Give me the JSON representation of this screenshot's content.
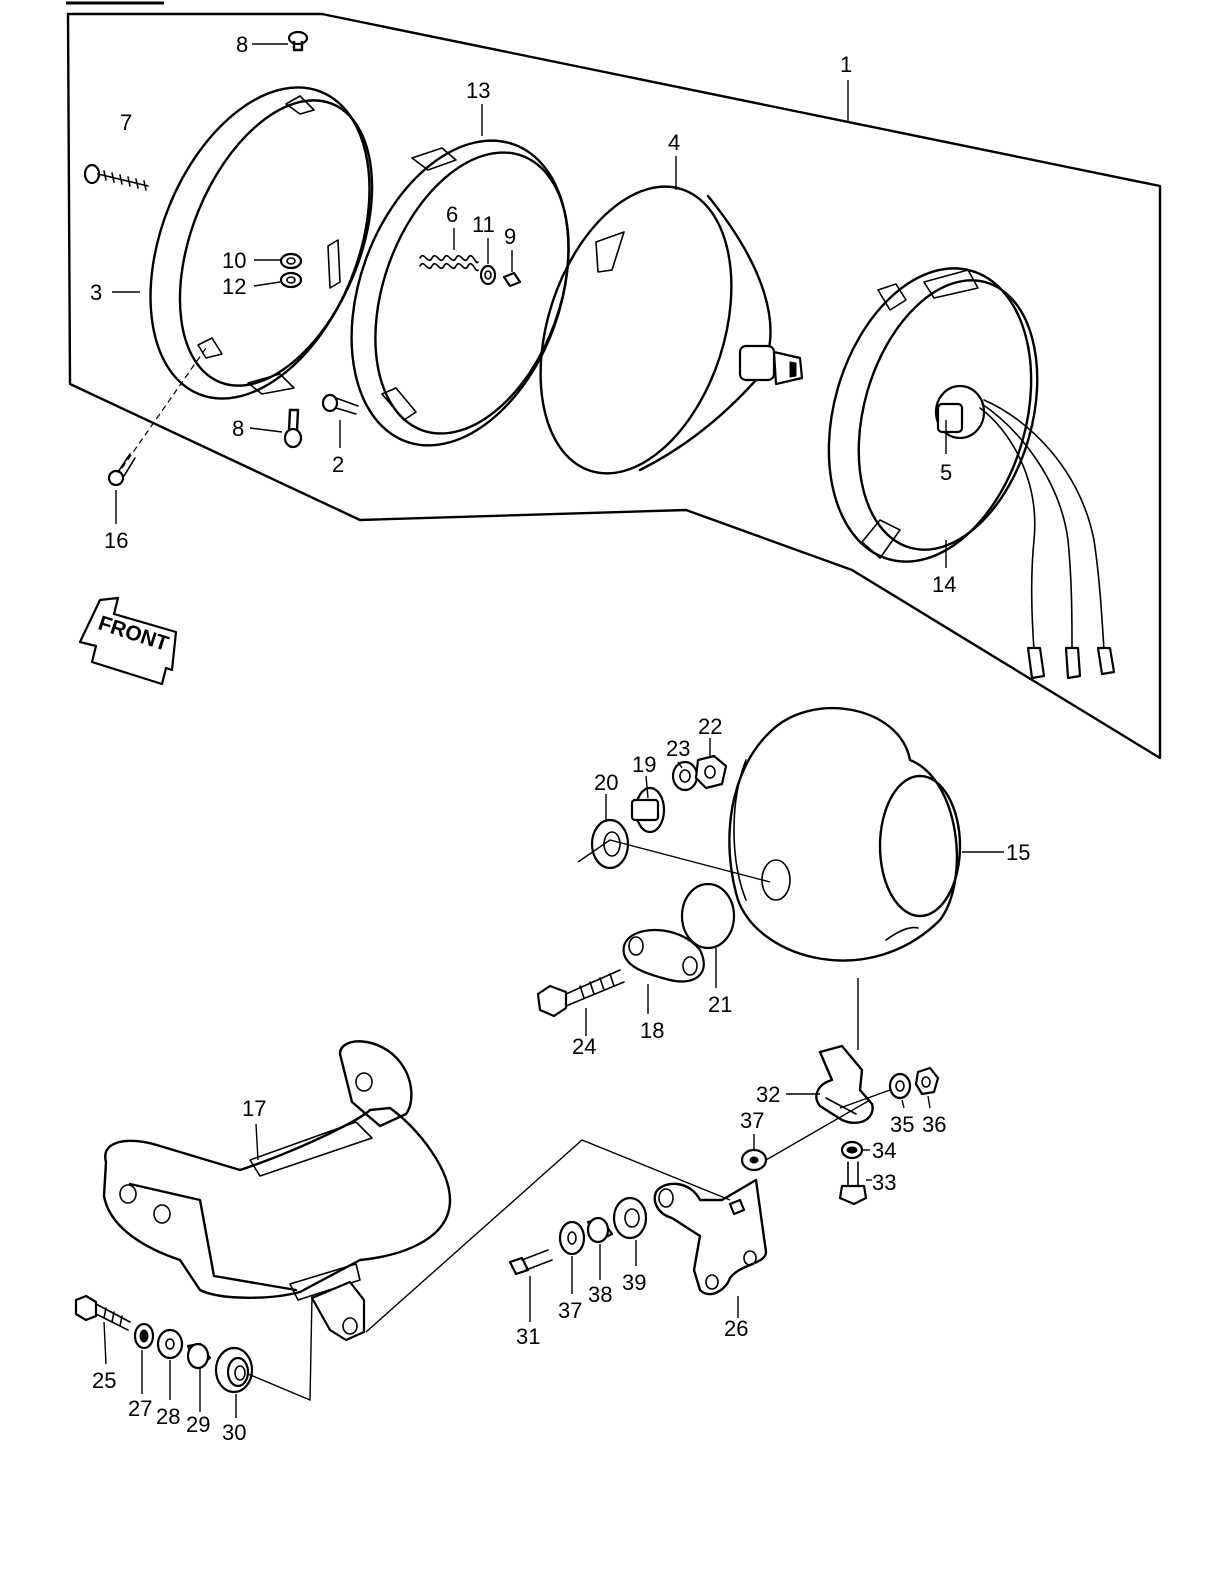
{
  "front_arrow": {
    "text": "FRONT"
  },
  "callouts": [
    {
      "id": "1",
      "text": "1"
    },
    {
      "id": "2",
      "text": "2"
    },
    {
      "id": "3",
      "text": "3"
    },
    {
      "id": "4",
      "text": "4"
    },
    {
      "id": "5",
      "text": "5"
    },
    {
      "id": "6",
      "text": "6"
    },
    {
      "id": "7",
      "text": "7"
    },
    {
      "id": "8a",
      "text": "8"
    },
    {
      "id": "8b",
      "text": "8"
    },
    {
      "id": "9",
      "text": "9"
    },
    {
      "id": "10",
      "text": "10"
    },
    {
      "id": "11",
      "text": "11"
    },
    {
      "id": "12",
      "text": "12"
    },
    {
      "id": "13",
      "text": "13"
    },
    {
      "id": "14",
      "text": "14"
    },
    {
      "id": "15",
      "text": "15"
    },
    {
      "id": "16",
      "text": "16"
    },
    {
      "id": "17",
      "text": "17"
    },
    {
      "id": "18",
      "text": "18"
    },
    {
      "id": "19",
      "text": "19"
    },
    {
      "id": "20",
      "text": "20"
    },
    {
      "id": "21",
      "text": "21"
    },
    {
      "id": "22",
      "text": "22"
    },
    {
      "id": "23",
      "text": "23"
    },
    {
      "id": "24",
      "text": "24"
    },
    {
      "id": "25",
      "text": "25"
    },
    {
      "id": "26",
      "text": "26"
    },
    {
      "id": "27",
      "text": "27"
    },
    {
      "id": "28",
      "text": "28"
    },
    {
      "id": "29",
      "text": "29"
    },
    {
      "id": "30",
      "text": "30"
    },
    {
      "id": "31",
      "text": "31"
    },
    {
      "id": "32",
      "text": "32"
    },
    {
      "id": "33",
      "text": "33"
    },
    {
      "id": "34",
      "text": "34"
    },
    {
      "id": "35",
      "text": "35"
    },
    {
      "id": "36",
      "text": "36"
    },
    {
      "id": "37a",
      "text": "37"
    },
    {
      "id": "37b",
      "text": "37"
    },
    {
      "id": "38",
      "text": "38"
    },
    {
      "id": "39",
      "text": "39"
    }
  ]
}
